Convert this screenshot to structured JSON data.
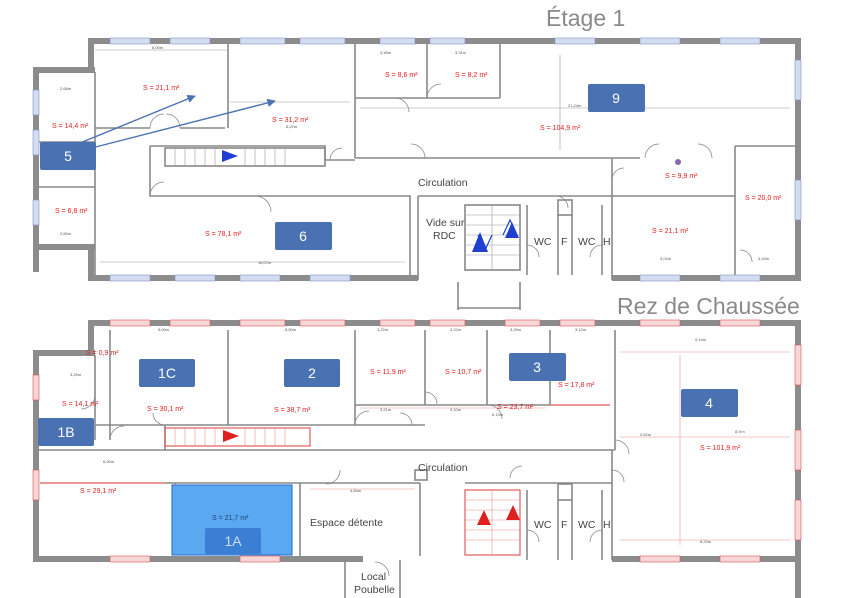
{
  "titles": {
    "upper": "Étage 1",
    "lower": "Rez de Chaussée"
  },
  "colors": {
    "badge": "#4a72b3",
    "highlight": "#5aa9f0",
    "arrow": "#4a72b3",
    "area_text": "#e02020"
  },
  "upper": {
    "badges": [
      "5",
      "9",
      "6"
    ],
    "areas": [
      "S = 21,1 m²",
      "S = 31,2 m²",
      "S = 14,4 m²",
      "S = 6,8 m²",
      "S = 78,1 m²",
      "S = 8,6 m²",
      "S = 8,2 m²",
      "S = 104,9 m²",
      "S = 9,9 m²",
      "S = 20,0 m²",
      "S = 21,1 m²"
    ],
    "circulation": "Circulation",
    "vide": [
      "Vide sur",
      "RDC"
    ],
    "wc": [
      "WC",
      "F",
      "WC",
      "H"
    ]
  },
  "lower": {
    "badges": [
      "1C",
      "2",
      "3",
      "4",
      "1B",
      "1A"
    ],
    "areas": [
      "S = 0,9 m²",
      "S = 14,1 m²",
      "S = 30,1 m²",
      "S = 38,7 m²",
      "S = 11,9 m²",
      "S = 10,7 m²",
      "S = 17,8 m²",
      "S = 23,7 m²",
      "S = 101,9 m²",
      "S = 29,1 m²",
      "S = 21,7 m²"
    ],
    "circulation": "Circulation",
    "detente": "Espace détente",
    "local": [
      "Local",
      "Poubelle"
    ],
    "wc": [
      "WC",
      "F",
      "WC",
      "H"
    ]
  }
}
